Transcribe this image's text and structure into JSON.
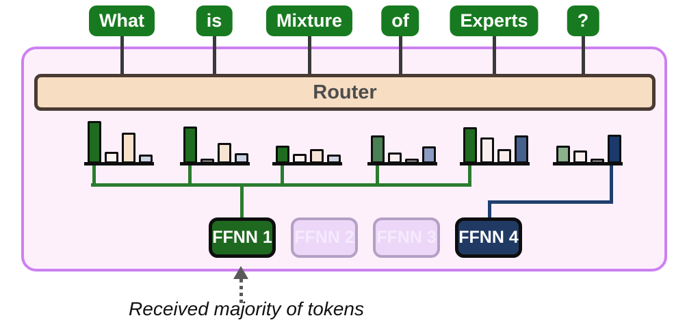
{
  "tokens": [
    {
      "label": "What"
    },
    {
      "label": "is"
    },
    {
      "label": "Mixture"
    },
    {
      "label": "of"
    },
    {
      "label": "Experts"
    },
    {
      "label": "?"
    }
  ],
  "token_chip_color": "#187a20",
  "panel": {
    "fill": "#fdf0fb",
    "border": "#cc80f2"
  },
  "router": {
    "label": "Router",
    "fill": "#f7ddc2",
    "border": "#4a3b33",
    "text_color": "#4d4d4d"
  },
  "charts": [
    {
      "token": "What",
      "weights": [
        1.0,
        0.27,
        0.73,
        0.21
      ],
      "bar_colors": [
        "#1f6b1f",
        "#fdf3ef",
        "#f8e0cb",
        "#ccd3e4"
      ],
      "routed_to": "FFNN 1",
      "winner_index": 0,
      "stem_color": "#2a7c2f"
    },
    {
      "token": "is",
      "weights": [
        0.87,
        0.1,
        0.48,
        0.24
      ],
      "bar_colors": [
        "#1f6b1f",
        "#fdf4f1",
        "#f8e4d3",
        "#c9d1e3"
      ],
      "routed_to": "FFNN 1",
      "winner_index": 0,
      "stem_color": "#2a7c2f"
    },
    {
      "token": "Mixture",
      "weights": [
        0.42,
        0.23,
        0.34,
        0.21
      ],
      "bar_colors": [
        "#1f6b1f",
        "#fbf1ef",
        "#f8e4d6",
        "#ced4e3"
      ],
      "routed_to": "FFNN 1",
      "winner_index": 0,
      "stem_color": "#2a7c2f"
    },
    {
      "token": "of",
      "weights": [
        0.66,
        0.26,
        0.08,
        0.4
      ],
      "bar_colors": [
        "#4a8052",
        "#fbf1ef",
        "#fdf4f2",
        "#8b9bc2"
      ],
      "routed_to": "FFNN 1",
      "winner_index": 0,
      "stem_color": "#2a7c2f"
    },
    {
      "token": "Experts",
      "weights": [
        0.85,
        0.61,
        0.34,
        0.66
      ],
      "bar_colors": [
        "#1f6b1f",
        "#fbf0f0",
        "#faeceb",
        "#47618f"
      ],
      "routed_to": "FFNN 1",
      "winner_index": 0,
      "stem_color": "#2a7c2f"
    },
    {
      "token": "?",
      "weights": [
        0.42,
        0.31,
        0.1,
        0.68
      ],
      "bar_colors": [
        "#8cb28c",
        "#faf0ef",
        "#fdf4f2",
        "#1b3a6b"
      ],
      "routed_to": "FFNN 4",
      "winner_index": 3,
      "stem_color": "#1f3f6e"
    }
  ],
  "connectors": {
    "green": "#2a7c2f",
    "navy": "#1f3f6e"
  },
  "experts": [
    {
      "label": "FFNN 1",
      "state": "active",
      "fill": "#1e691f",
      "text_color": "#ffffff"
    },
    {
      "label": "FFNN 2",
      "state": "inactive",
      "fill": "#ecd7f9",
      "text_color": "#f6eafc"
    },
    {
      "label": "FFNN 3",
      "state": "inactive",
      "fill": "#ecd7f9",
      "text_color": "#f6eafc"
    },
    {
      "label": "FFNN 4",
      "state": "active",
      "fill": "#203a64",
      "text_color": "#ffffff"
    }
  ],
  "caption": {
    "text": "Received majority of tokens",
    "arrow_color": "#5a5a5a"
  }
}
